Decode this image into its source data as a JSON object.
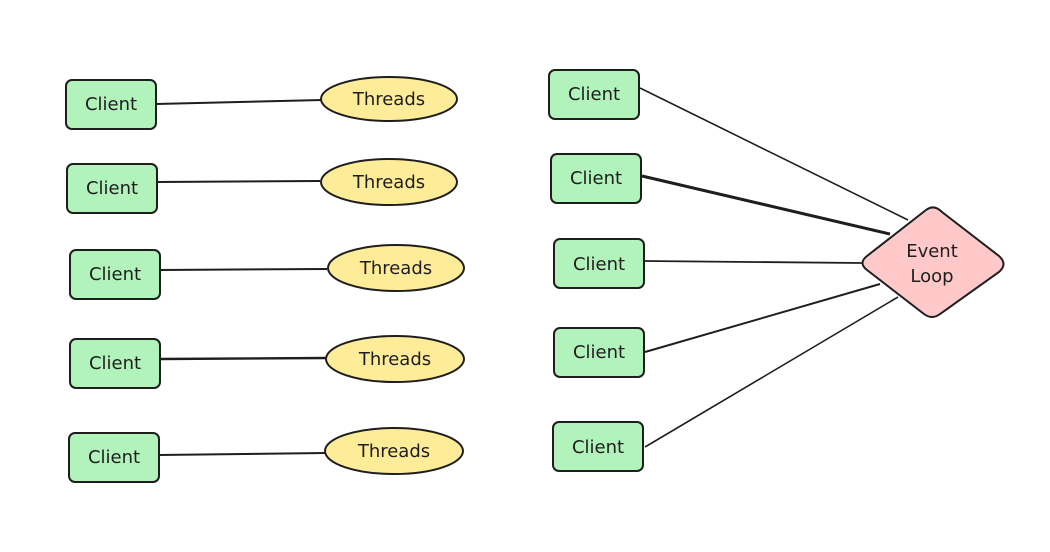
{
  "colors": {
    "client_fill": "#b2f2bb",
    "thread_fill": "#ffec99",
    "event_loop_fill": "#ffc9c9",
    "stroke": "#1e1e1e"
  },
  "left_model": {
    "rows": [
      {
        "client": "Client",
        "thread": "Threads"
      },
      {
        "client": "Client",
        "thread": "Threads"
      },
      {
        "client": "Client",
        "thread": "Threads"
      },
      {
        "client": "Client",
        "thread": "Threads"
      },
      {
        "client": "Client",
        "thread": "Threads"
      }
    ]
  },
  "right_model": {
    "clients": [
      "Client",
      "Client",
      "Client",
      "Client",
      "Client"
    ],
    "event_loop": {
      "line1": "Event",
      "line2": "Loop"
    }
  }
}
